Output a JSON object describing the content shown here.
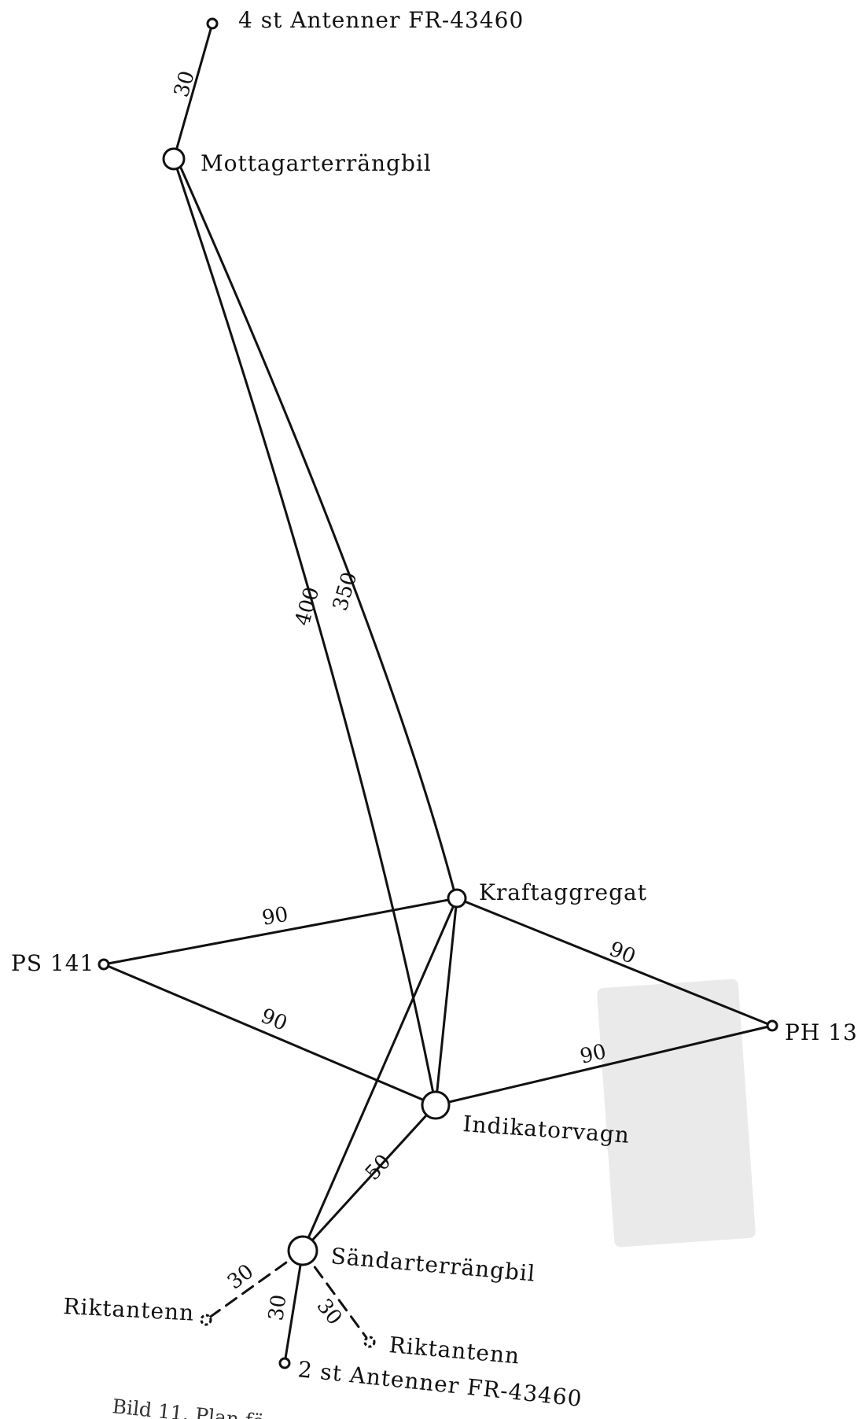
{
  "diagram": {
    "nodes": {
      "antenner_top": "4 st Antenner FR-43460",
      "mottagar": "Mottagarterrängbil",
      "kraft": "Kraftaggregat",
      "ps141": "PS 141",
      "ph13": "PH 13",
      "indikator": "Indikatorvagn",
      "sandar": "Sändarterrängbil",
      "rikt_left": "Riktantenn",
      "rikt_right": "Riktantenn",
      "antenner_bottom": "2 st Antenner FR-43460"
    },
    "edges": [
      {
        "from": "antenner_top",
        "to": "mottagar",
        "label": "30",
        "style": "solid"
      },
      {
        "from": "mottagar",
        "to": "indikator",
        "label": "400",
        "style": "solid"
      },
      {
        "from": "mottagar",
        "to": "kraft",
        "label": "350",
        "style": "solid"
      },
      {
        "from": "ps141",
        "to": "kraft",
        "label": "90",
        "style": "solid"
      },
      {
        "from": "ps141",
        "to": "indikator",
        "label": "90",
        "style": "solid"
      },
      {
        "from": "kraft",
        "to": "ph13",
        "label": "90",
        "style": "solid"
      },
      {
        "from": "indikator",
        "to": "ph13",
        "label": "90",
        "style": "solid"
      },
      {
        "from": "kraft",
        "to": "indikator",
        "label": "",
        "style": "solid"
      },
      {
        "from": "kraft",
        "to": "sandar",
        "label": "",
        "style": "solid"
      },
      {
        "from": "indikator",
        "to": "sandar",
        "label": "50",
        "style": "solid"
      },
      {
        "from": "sandar",
        "to": "rikt_left",
        "label": "30",
        "style": "dashed"
      },
      {
        "from": "sandar",
        "to": "rikt_right",
        "label": "30",
        "style": "dashed"
      },
      {
        "from": "sandar",
        "to": "antenner_bottom",
        "label": "30",
        "style": "solid"
      }
    ],
    "caption": "Bild 11. Plan fö"
  }
}
